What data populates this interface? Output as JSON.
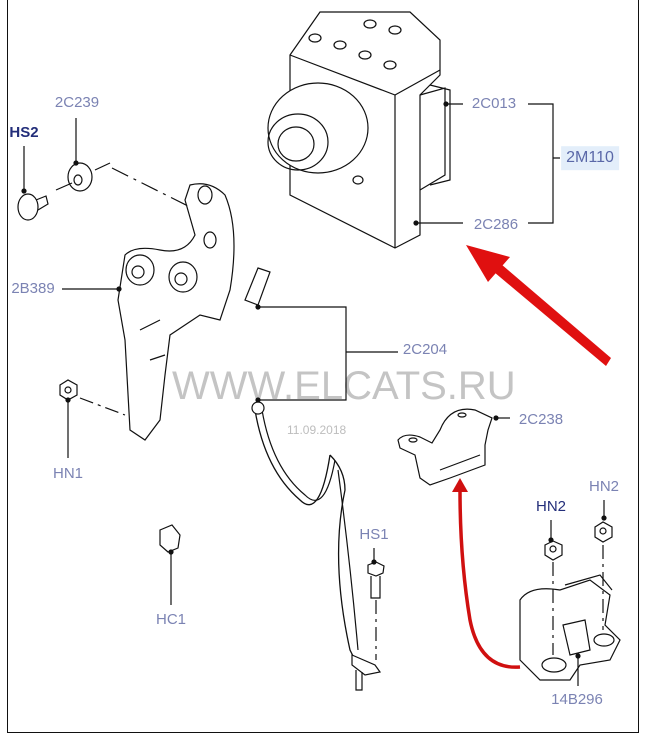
{
  "watermark": "WWW.ELCATS.RU",
  "date": "11.09.2018",
  "labels": {
    "hs2": "HS2",
    "c2c239": "2C239",
    "b2b389": "2B389",
    "c2c013": "2C013",
    "m2m110": "2M110",
    "c2c286": "2C286",
    "c2c204": "2C204",
    "c2c238": "2C238",
    "hn1": "HN1",
    "hc1": "HC1",
    "hs1": "HS1",
    "hn2_a": "HN2",
    "hn2_b": "HN2",
    "b14b296": "14B296"
  },
  "colors": {
    "label": "#7b83b3",
    "label_dark": "#232e7a",
    "highlight": "#e3eefa",
    "arrow": "#e01010"
  }
}
